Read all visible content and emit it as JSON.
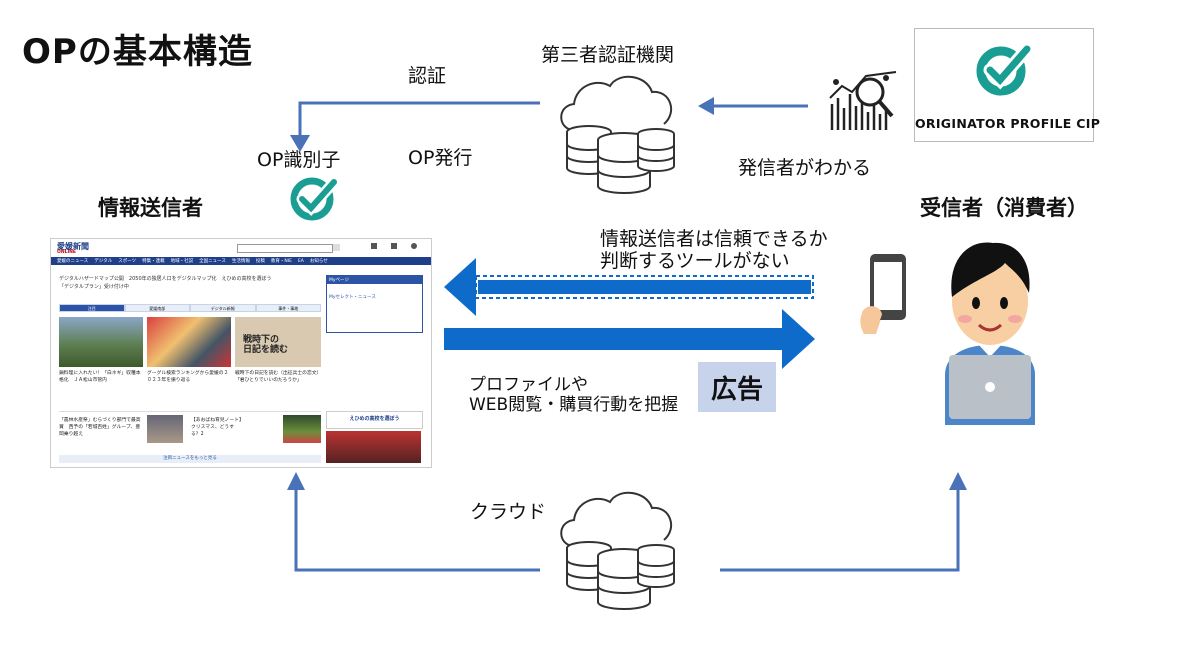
{
  "title": "OPの基本構造",
  "labels": {
    "certification": "認証",
    "third_party": "第三者認証機関",
    "op_identifier": "OP識別子",
    "op_issue": "OP発行",
    "sender_known": "発信者がわかる",
    "info_sender": "情報送信者",
    "receiver": "受信者（消費者）",
    "no_tool_line1": "情報送信者は信頼できるか",
    "no_tool_line2": "判断するツールがない",
    "profile_line1": "プロファイルや",
    "profile_line2": "WEB閲覧・購買行動を把握",
    "ad": "広告",
    "cloud": "クラウド"
  },
  "logo": {
    "text": "ORIGINATOR PROFILE CIP"
  },
  "colors": {
    "arrow": "#4a72b8",
    "bold_arrow": "#0f6bc9",
    "teal": "#1a9e93",
    "nav": "#1f3f8a"
  },
  "site": {
    "logo_line1": "愛媛新聞",
    "logo_line2": "ONLINE",
    "nav": [
      "愛媛のニュース",
      "デジタル",
      "スポーツ",
      "特集・連載",
      "地域・社説",
      "全国ニュース",
      "生活情報",
      "投稿",
      "教育・NIE",
      "EA",
      "お知らせ"
    ],
    "news": [
      "デジタルハザードマップ公開　2050年の独居人口をデジタルマップ化　えひめの高校を選ぼう",
      "「デジタルプラン」受け付け中"
    ],
    "tabs": [
      "注目",
      "愛媛南部",
      "デジタル新報",
      "事件・事故"
    ],
    "captions": [
      "鍋料理に入れたい！「白ネギ」収穫本格化　ＪＡ松山市管内",
      "グーグル検索ランキングから愛媛の２０２３年を振り返る",
      "戦時下の日記を読む（出征兵士の恋文）「君ひとりでいいのだろうか」",
      "「農林水産祭」むらづくり部門で最高賞　西予の「若城百姓」グループ、豊岡乗り越え",
      "【あおばね育児ノート】クリスマス、どうする？2"
    ],
    "side_title": "Myページ",
    "side_sub": "Myセレクト・ニュース",
    "school": "えひめの高校を選ぼう",
    "footer": "注目ニュースをもっと見る"
  }
}
